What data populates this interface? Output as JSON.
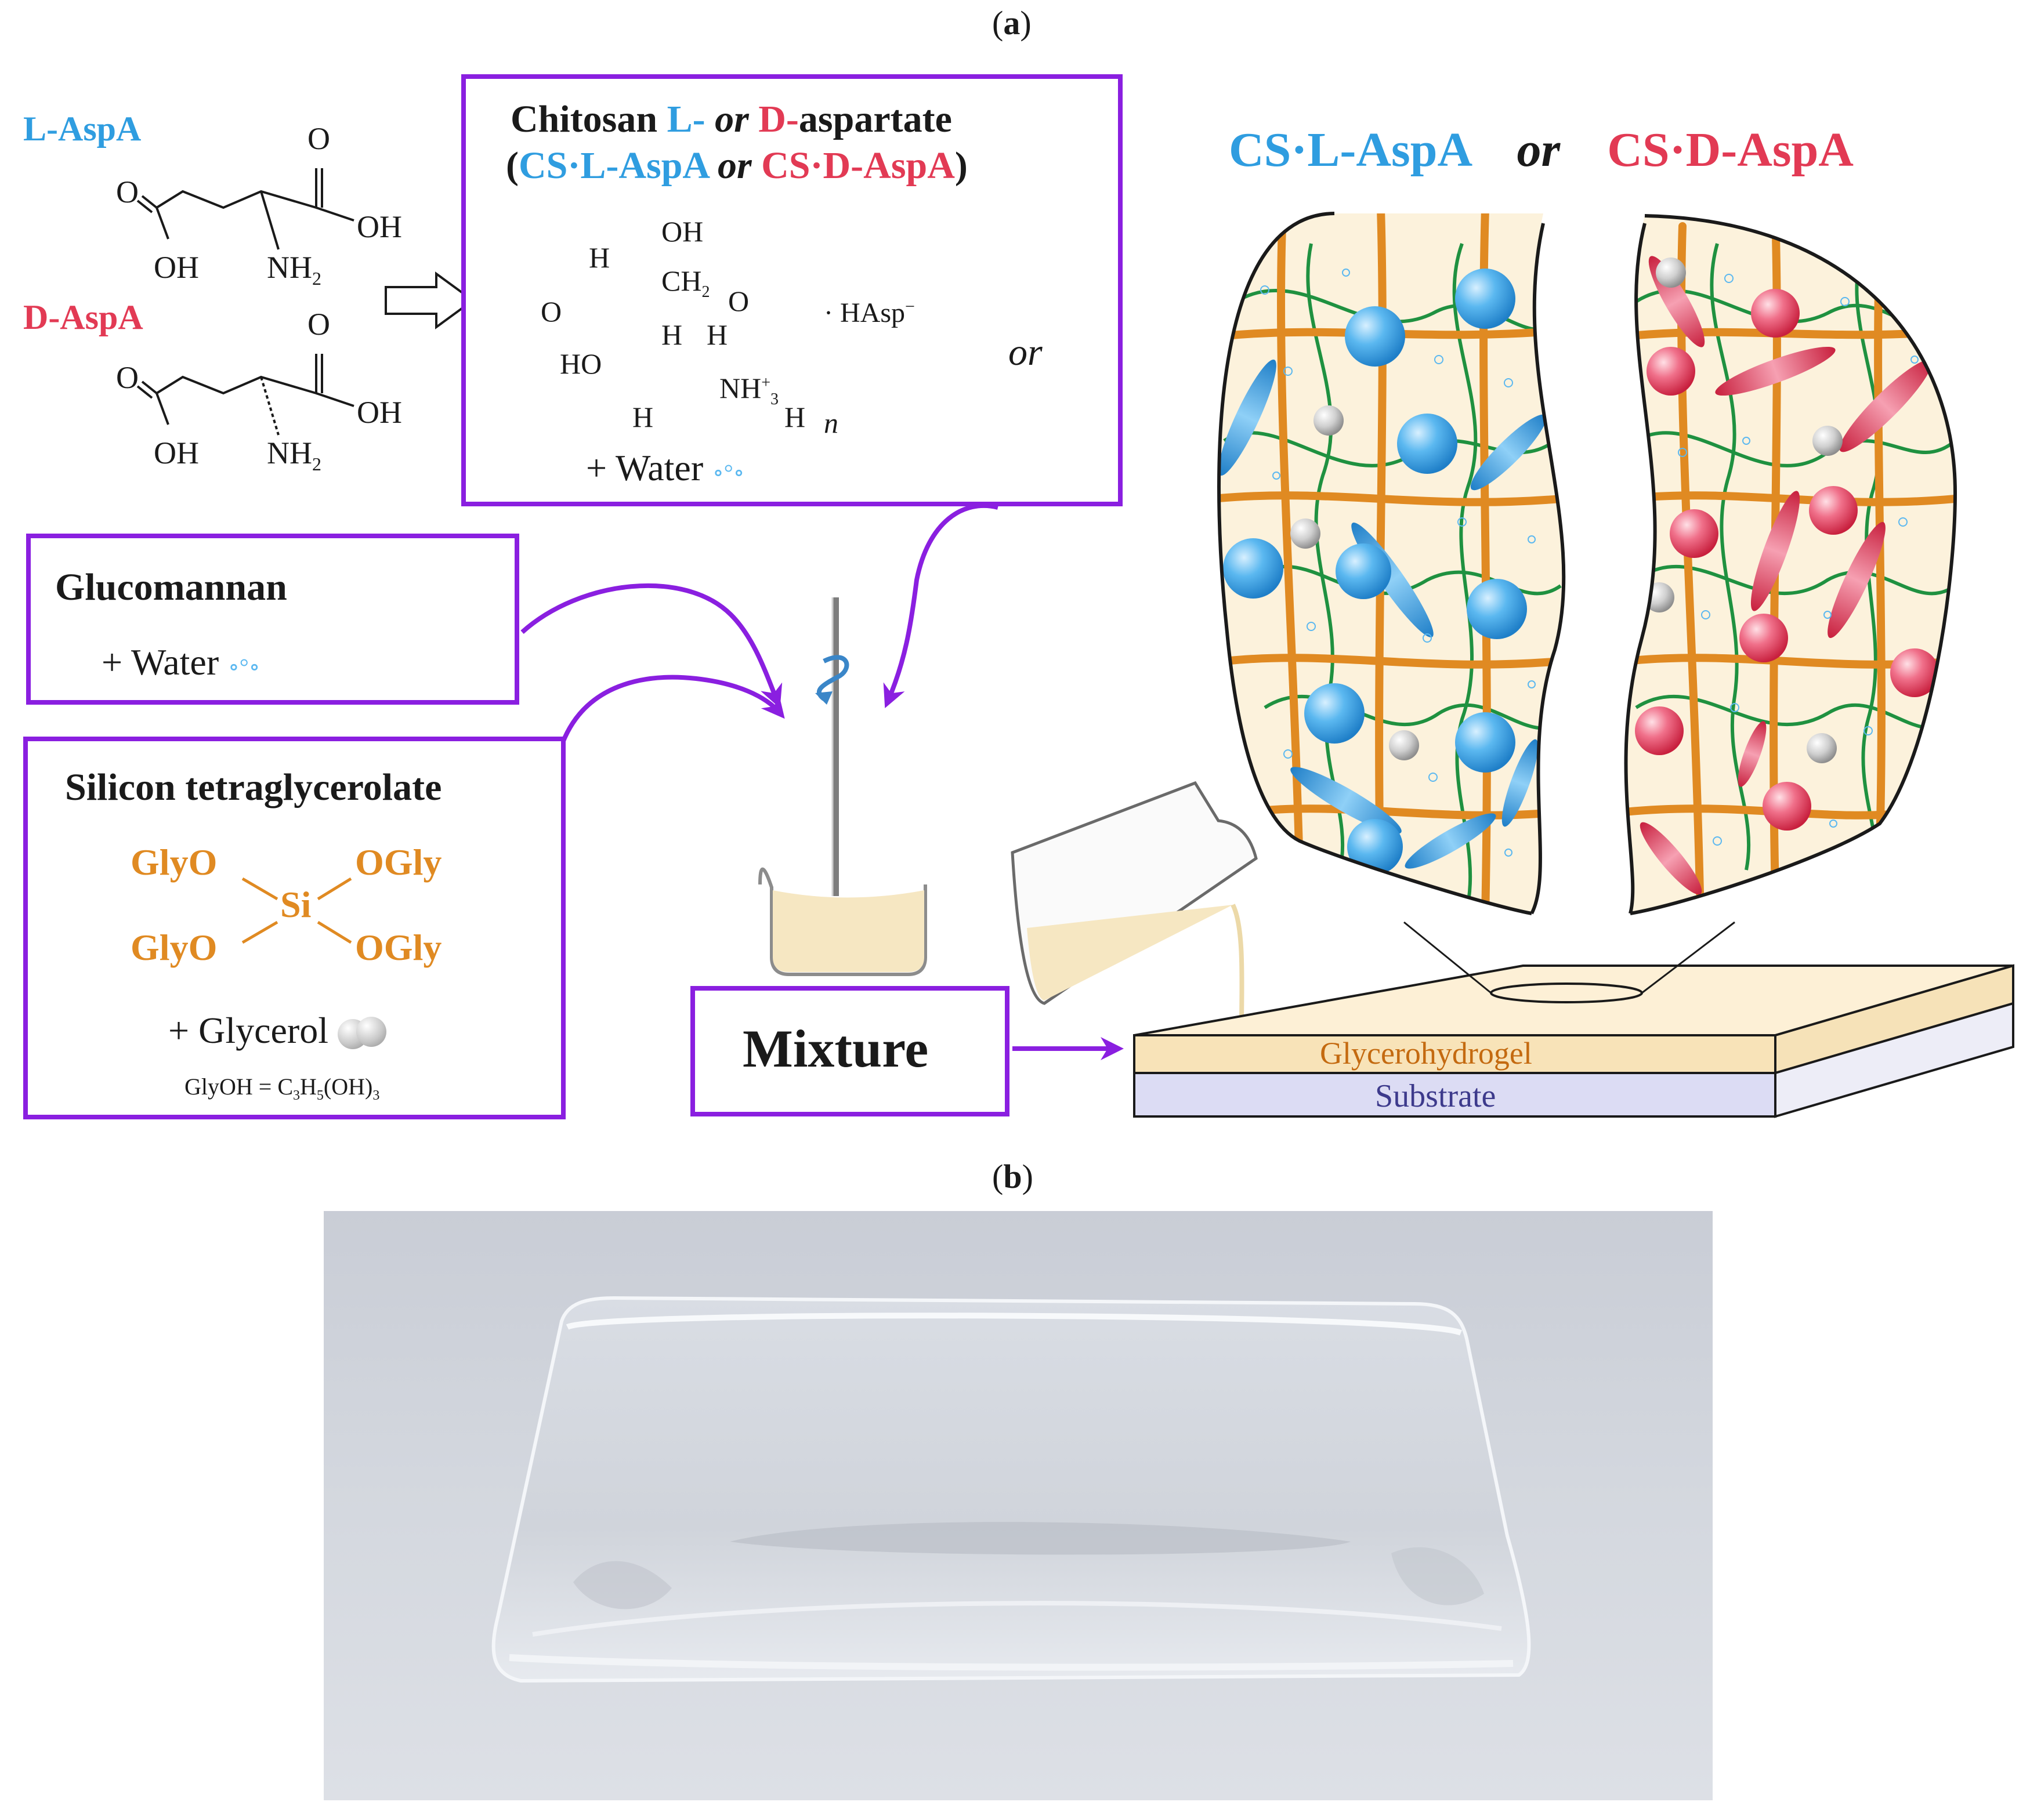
{
  "panels": {
    "a": "a",
    "b": "b"
  },
  "amino_acids": {
    "l_label": "L-AspA",
    "d_label": "D-AspA",
    "atoms": {
      "O": "O",
      "OH": "OH",
      "NH2": "NH",
      "sub2": "2"
    }
  },
  "chitosan_box": {
    "title": "Chitosan",
    "l_part": "L-",
    "or": "or",
    "d_part": "D-",
    "suffix": "aspartate",
    "paren_open": "(",
    "cs_l": "CS·L-AspA",
    "cs_d": "CS·D-AspA",
    "paren_close": ")",
    "counterion": "· HAsp",
    "counterion_sup": "−",
    "repeat_n": "n",
    "water": "+ Water",
    "atoms": {
      "OH": "OH",
      "CH2": "CH",
      "sub2": "2",
      "H": "H",
      "O": "O",
      "HO": "HO",
      "NH3": "NH",
      "sub3": "3",
      "plus": "+"
    },
    "or_between": "or"
  },
  "glucomannan_box": {
    "title": "Glucomannan",
    "water": "+ Water"
  },
  "silicon_box": {
    "title": "Silicon tetraglycerolate",
    "glyo": "GlyO",
    "ogly": "OGly",
    "si": "Si",
    "glycerol": "+ Glycerol",
    "formula_lhs": "GlyOH = C",
    "f_sub3": "3",
    "f_h": "H",
    "f_sub5": "5",
    "f_oh": "(OH)",
    "f_sub3b": "3"
  },
  "mixture_box": {
    "label": "Mixture"
  },
  "right_title": {
    "cs_l": "CS·L-AspA",
    "or": "or",
    "cs_d": "CS·D-AspA"
  },
  "layers": {
    "gel": "Glycerohydrogel",
    "substrate": "Substrate"
  },
  "colors": {
    "purple": "#8a1fe0",
    "blue": "#2f9de0",
    "red": "#e23a54",
    "orange": "#e08a22",
    "green": "#1f9140",
    "gel": "#f8e3b8",
    "substrate": "#dcdcf4"
  }
}
